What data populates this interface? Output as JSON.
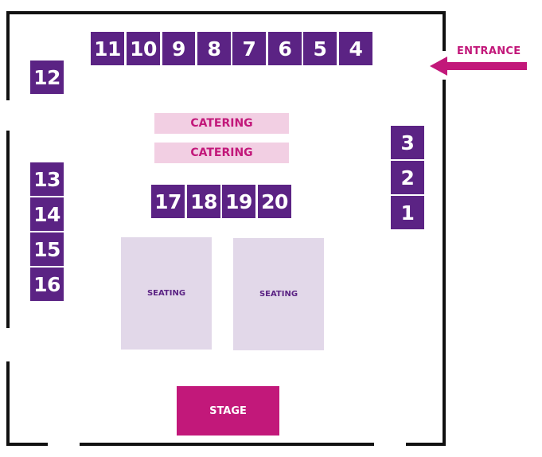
{
  "colors": {
    "booth": "#5b2384",
    "catering": "#f2cfe3",
    "catering_text": "#c2187a",
    "seating": "#e2d8e9",
    "stage": "#c2187a",
    "entrance": "#c2187a",
    "wall": "#111111"
  },
  "entrance": {
    "label": "ENTRANCE",
    "icon": "arrow-left-icon"
  },
  "booths": {
    "b1": "1",
    "b2": "2",
    "b3": "3",
    "b4": "4",
    "b5": "5",
    "b6": "6",
    "b7": "7",
    "b8": "8",
    "b9": "9",
    "b10": "10",
    "b11": "11",
    "b12": "12",
    "b13": "13",
    "b14": "14",
    "b15": "15",
    "b16": "16",
    "b17": "17",
    "b18": "18",
    "b19": "19",
    "b20": "20"
  },
  "catering": [
    "CATERING",
    "CATERING"
  ],
  "seating": [
    "SEATING",
    "SEATING"
  ],
  "stage": "STAGE"
}
